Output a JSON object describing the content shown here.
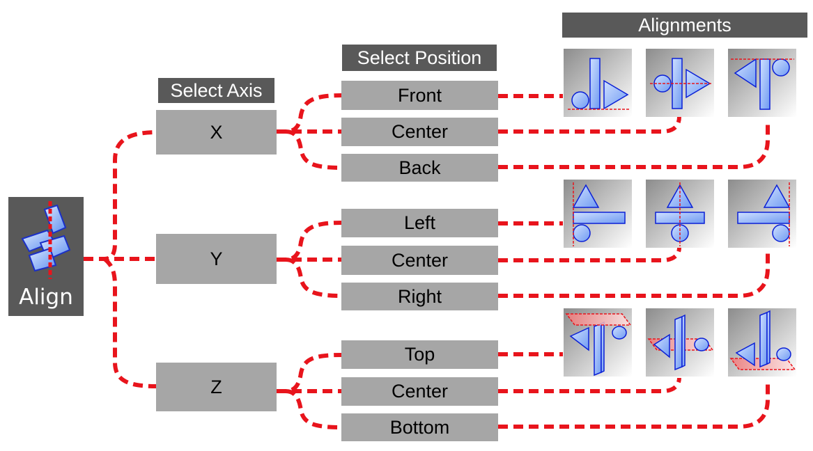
{
  "tool": {
    "label": "Align",
    "icon": "align-tool-icon"
  },
  "headers": {
    "axis": "Select Axis",
    "position": "Select Position",
    "alignments": "Alignments"
  },
  "axes": [
    {
      "label": "X",
      "positions": [
        "Front",
        "Center",
        "Back"
      ]
    },
    {
      "label": "Y",
      "positions": [
        "Left",
        "Center",
        "Right"
      ]
    },
    {
      "label": "Z",
      "positions": [
        "Top",
        "Center",
        "Bottom"
      ]
    }
  ],
  "colors": {
    "connector": "#e8141c",
    "header_bg": "#595959",
    "box_bg": "#a6a6a6",
    "shape_fill": "#8fb3f5",
    "shape_stroke": "#0a1fd6",
    "plane_fill": "#f4a6a6"
  }
}
